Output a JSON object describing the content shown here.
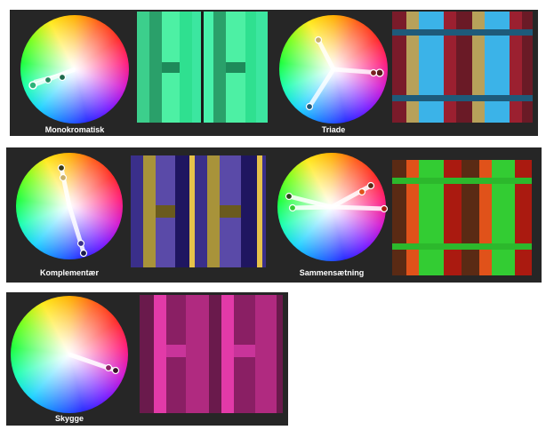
{
  "schemes": [
    {
      "name": "Monokromatisk"
    },
    {
      "name": "Triade"
    },
    {
      "name": "Komplementær"
    },
    {
      "name": "Sammensætning"
    },
    {
      "name": "Skygge"
    }
  ],
  "colors": {
    "panel": "#262626",
    "mono": [
      "#3bd68f",
      "#2fe58d",
      "#5bf0b0",
      "#1fb36f",
      "#3ef3a0"
    ],
    "triad": [
      "#7a1b2a",
      "#b7a15a",
      "#3bb3e8",
      "#1e5a7a",
      "#9b2030"
    ],
    "complement": [
      "#3a2f8a",
      "#a8933a",
      "#5a4aa8",
      "#e6c24a",
      "#2a1f6a"
    ],
    "compound": [
      "#e0521a",
      "#33cc33",
      "#aa1a10",
      "#5a2a14",
      "#2cb82c"
    ],
    "shade": [
      "#e23aa8",
      "#b02a80",
      "#8a1f64",
      "#c9349a",
      "#6a1a4c"
    ]
  }
}
